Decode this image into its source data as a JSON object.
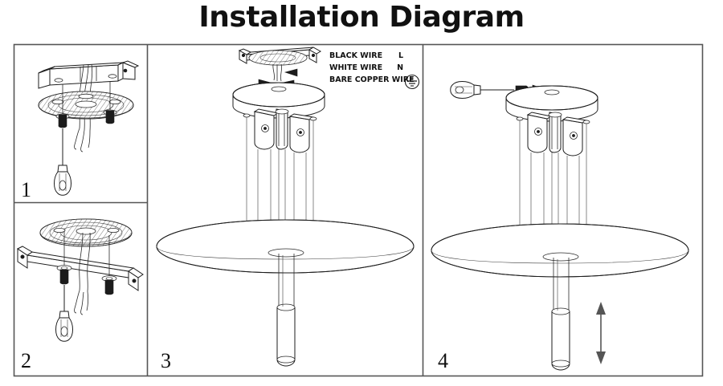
{
  "document": {
    "title": "Installation Diagram",
    "type": "installation-diagram",
    "colors": {
      "ink": "#111111",
      "line": "#222222",
      "background": "#ffffff",
      "frame": "#555555"
    }
  },
  "legend": {
    "rows": [
      {
        "label": "BLACK WIRE",
        "code": "L"
      },
      {
        "label": "WHITE WIRE",
        "code": "N"
      },
      {
        "label": "BARE COPPER WIRE",
        "code": "",
        "symbol": "ground-symbol"
      }
    ]
  },
  "panels": [
    {
      "number": "1",
      "caption": "",
      "contents": [
        "junction-box",
        "round-mounting-plate",
        "mounting-screws",
        "electrical-wires",
        "screwdriver"
      ]
    },
    {
      "number": "2",
      "caption": "",
      "contents": [
        "round-mounting-plate",
        "crossbar-bracket",
        "mounting-screws",
        "electrical-wires",
        "screwdriver"
      ]
    },
    {
      "number": "3",
      "caption": "",
      "contents": [
        "crossbar-bracket",
        "wire-connections",
        "canopy",
        "cable-grippers",
        "suspension-cables",
        "disc-shade",
        "pendant-tube"
      ]
    },
    {
      "number": "4",
      "caption": "",
      "contents": [
        "screwdriver",
        "set-screw",
        "canopy",
        "cable-grippers",
        "suspension-cables",
        "disc-shade",
        "pendant-tube",
        "height-adjust-arrow"
      ]
    }
  ]
}
